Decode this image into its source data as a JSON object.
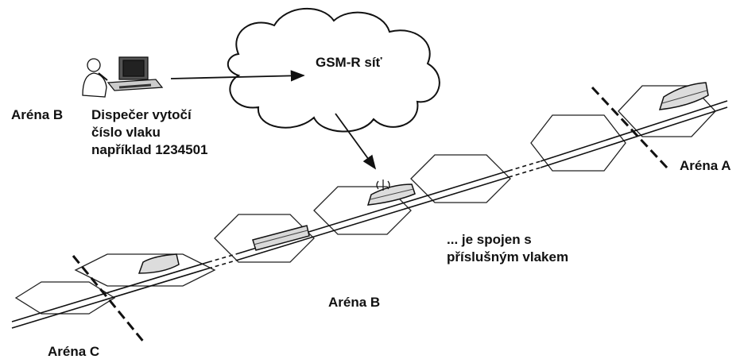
{
  "network": {
    "label": "GSM-R síť"
  },
  "dispatcher": {
    "arena_label": "Aréna B",
    "text_line1": "Dispečer vytočí",
    "text_line2": "číslo vlaku",
    "text_line3": "například 1234501"
  },
  "arenas": {
    "a": "Aréna A",
    "b": "Aréna B",
    "c": "Aréna C"
  },
  "connection": {
    "text_line1": "... je spojen s",
    "text_line2": "příslušným vlakem"
  },
  "icons": [
    "dispatcher-workstation-icon",
    "cloud-icon",
    "train-icon",
    "antenna-icon"
  ],
  "colors": {
    "line": "#111111",
    "train_fill": "#dcdcdc",
    "background": "#ffffff"
  }
}
